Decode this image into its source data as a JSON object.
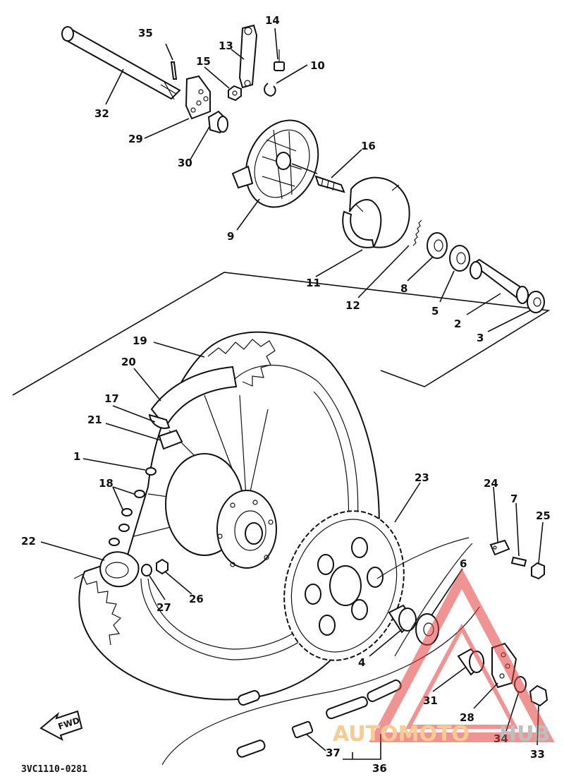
{
  "diagram": {
    "code": "3VC1110-0281",
    "fwd_label": "FWD",
    "callouts": [
      {
        "id": "1",
        "text": "1"
      },
      {
        "id": "2",
        "text": "2"
      },
      {
        "id": "3",
        "text": "3"
      },
      {
        "id": "4",
        "text": "4"
      },
      {
        "id": "5",
        "text": "5"
      },
      {
        "id": "6",
        "text": "6"
      },
      {
        "id": "7",
        "text": "7"
      },
      {
        "id": "8",
        "text": "8"
      },
      {
        "id": "9",
        "text": "9"
      },
      {
        "id": "10",
        "text": "10"
      },
      {
        "id": "11",
        "text": "11"
      },
      {
        "id": "12",
        "text": "12"
      },
      {
        "id": "13",
        "text": "13"
      },
      {
        "id": "14",
        "text": "14"
      },
      {
        "id": "15",
        "text": "15"
      },
      {
        "id": "16",
        "text": "16"
      },
      {
        "id": "17",
        "text": "17"
      },
      {
        "id": "18",
        "text": "18"
      },
      {
        "id": "19",
        "text": "19"
      },
      {
        "id": "20",
        "text": "20"
      },
      {
        "id": "21",
        "text": "21"
      },
      {
        "id": "22",
        "text": "22"
      },
      {
        "id": "23",
        "text": "23"
      },
      {
        "id": "24",
        "text": "24"
      },
      {
        "id": "25",
        "text": "25"
      },
      {
        "id": "26",
        "text": "26"
      },
      {
        "id": "27",
        "text": "27"
      },
      {
        "id": "28",
        "text": "28"
      },
      {
        "id": "29",
        "text": "29"
      },
      {
        "id": "30",
        "text": "30"
      },
      {
        "id": "31",
        "text": "31"
      },
      {
        "id": "32",
        "text": "32"
      },
      {
        "id": "33",
        "text": "33"
      },
      {
        "id": "34",
        "text": "34"
      },
      {
        "id": "35",
        "text": "35"
      },
      {
        "id": "36",
        "text": "36"
      },
      {
        "id": "37",
        "text": "37"
      }
    ]
  },
  "watermark": {
    "part1": "AUTOMOTO",
    "part2": "HUB",
    "color_red": "#e23b3b",
    "color_orange": "#f2a23a",
    "color_grey": "#8c8c8c"
  }
}
